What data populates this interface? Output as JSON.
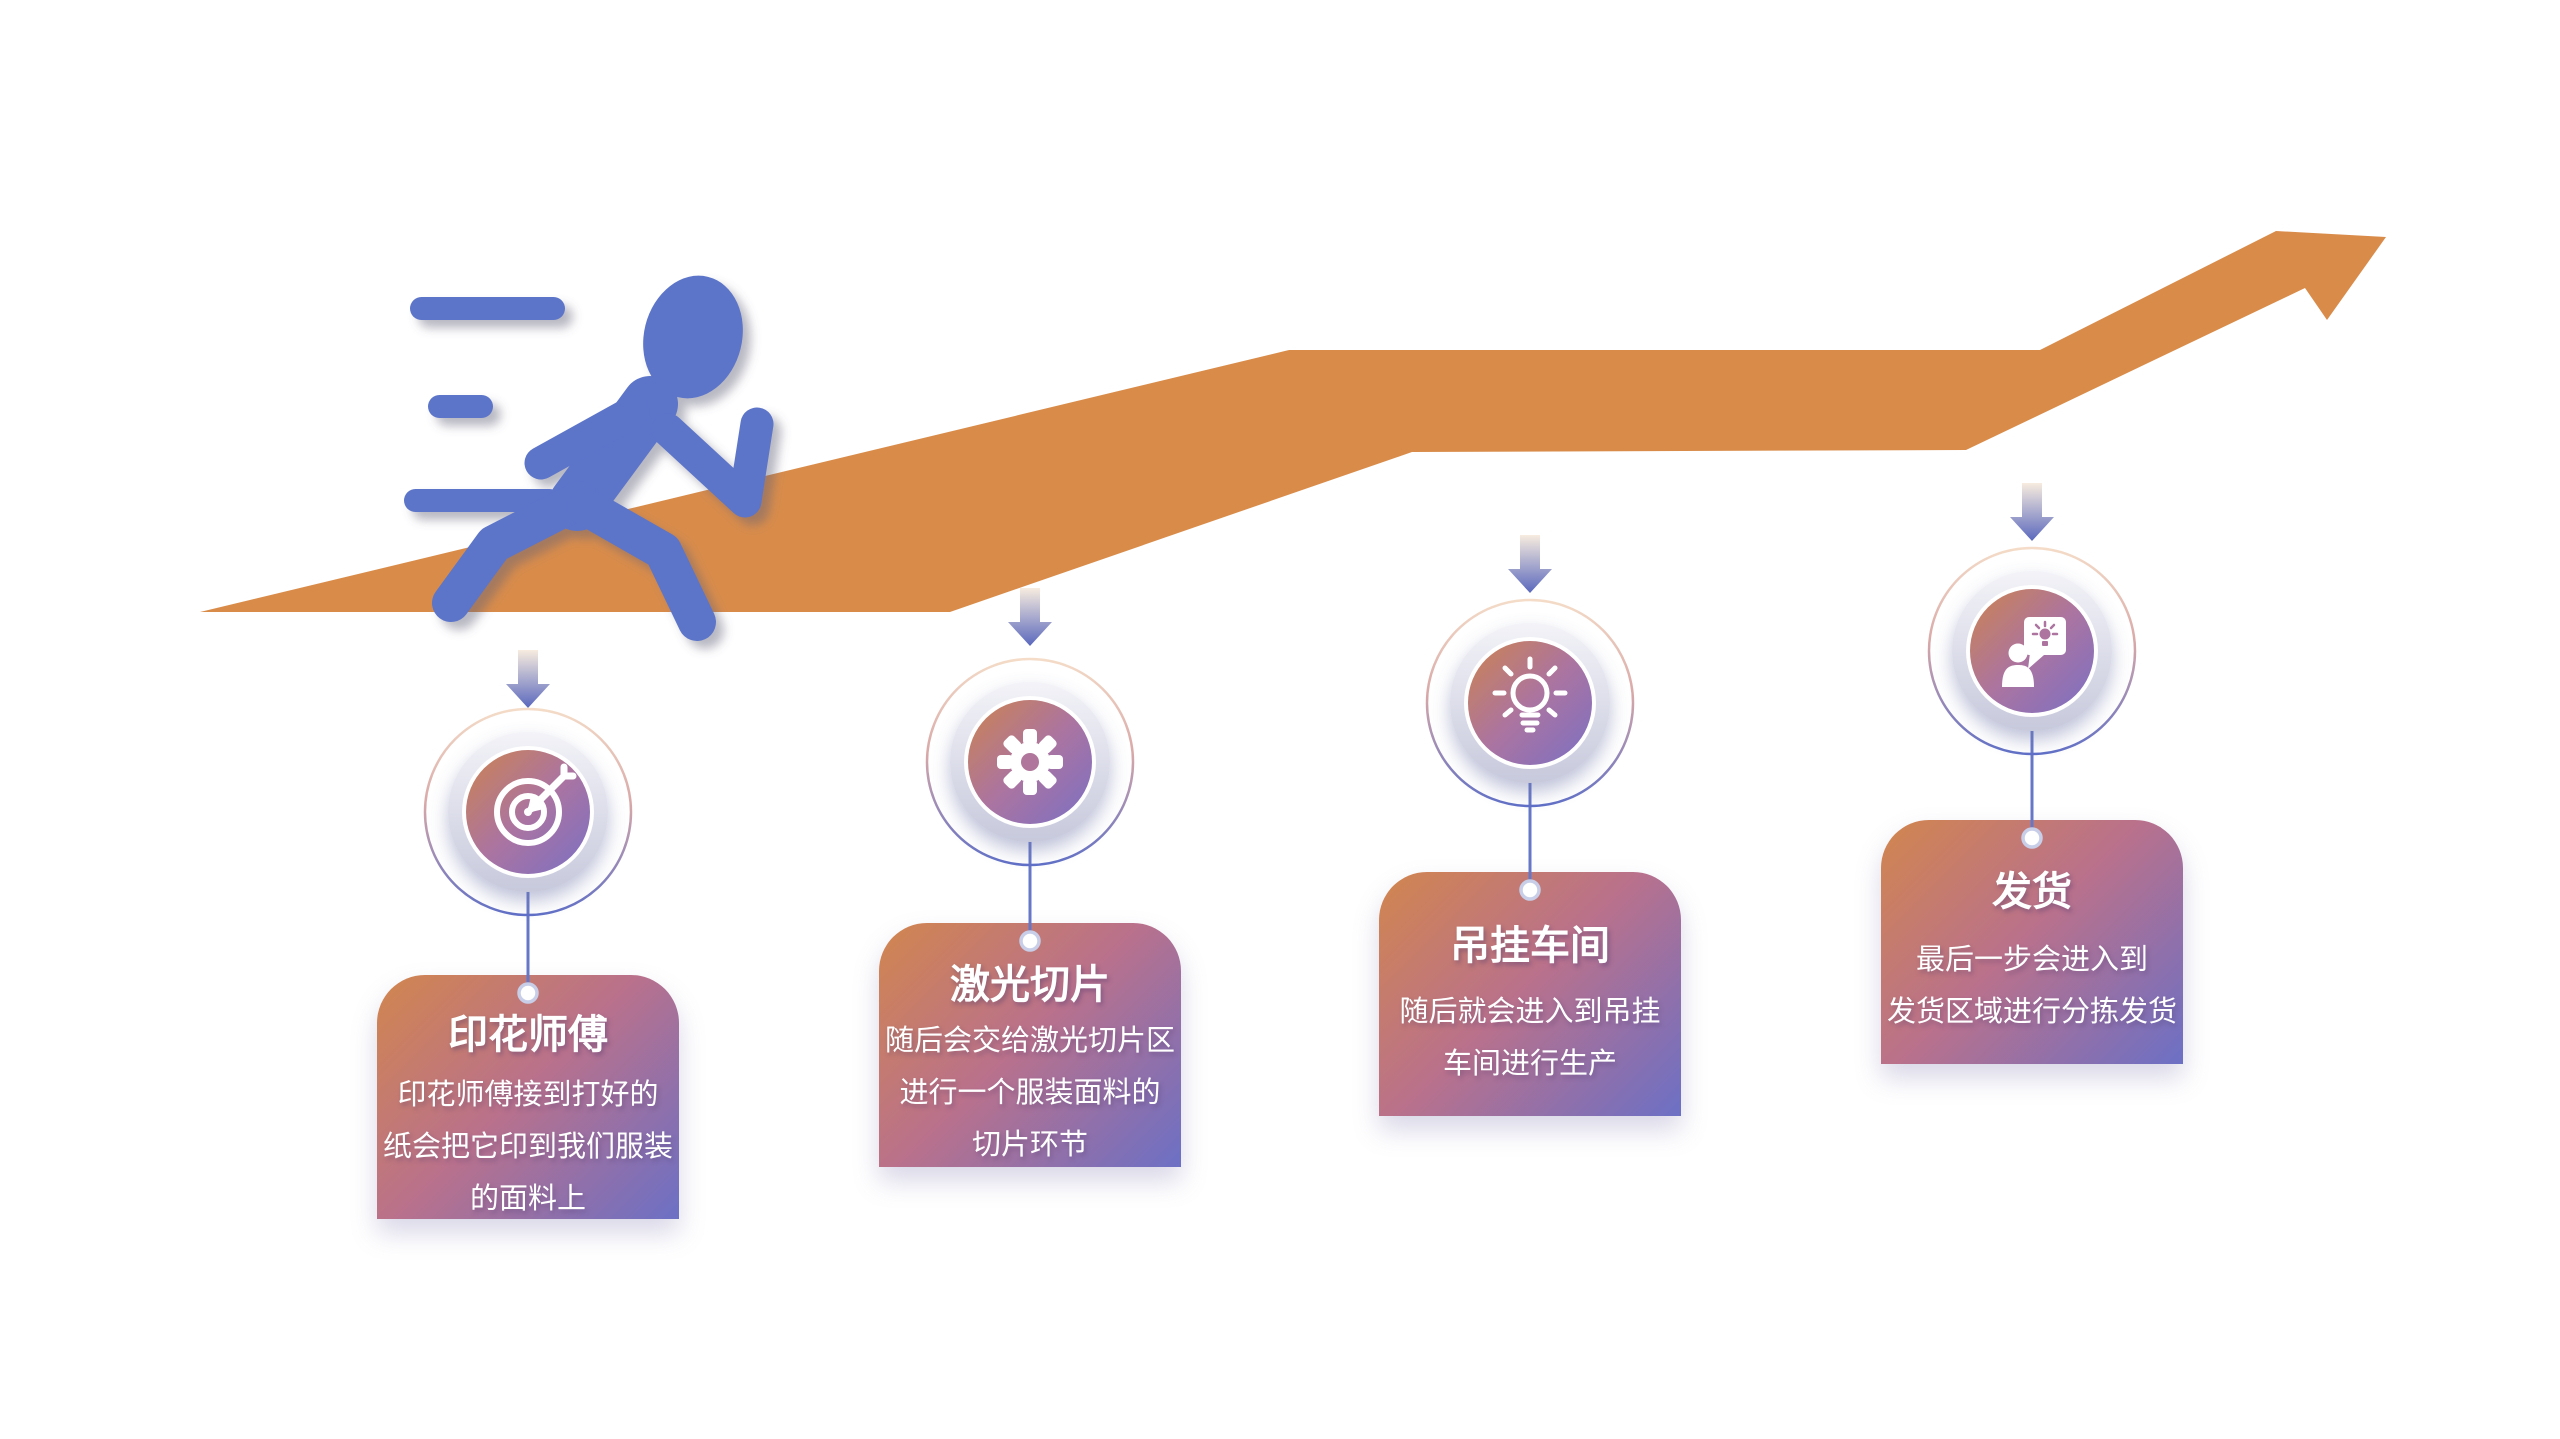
{
  "background": "#FFFFFF",
  "growth_arrow": {
    "color": "#D98C4A",
    "shape": "bent-rising-arrow"
  },
  "runner": {
    "color": "#5B74C9",
    "speed_lines": 3
  },
  "palette": {
    "card_gradient": [
      "#D2864E",
      "#B9718C",
      "#6C70C5"
    ],
    "circle_gradient": [
      "#CC8350",
      "#AC74A0",
      "#7B70C4"
    ],
    "connector": "#6677C8",
    "text": "#FFFFFF"
  },
  "steps": [
    {
      "icon": "target-icon",
      "title": "印花师傅",
      "lines": [
        "印花师傅接到打好的",
        "纸会把它印到我们服装",
        "的面料上"
      ]
    },
    {
      "icon": "gear-icon",
      "title": "激光切片",
      "lines": [
        "随后会交给激光切片区",
        "进行一个服装面料的",
        "切片环节"
      ]
    },
    {
      "icon": "lightbulb-icon",
      "title": "吊挂车间",
      "lines": [
        "随后就会进入到吊挂",
        "车间进行生产"
      ]
    },
    {
      "icon": "person-idea-icon",
      "title": "发货",
      "lines": [
        "最后一步会进入到",
        "发货区域进行分拣发货"
      ]
    }
  ]
}
